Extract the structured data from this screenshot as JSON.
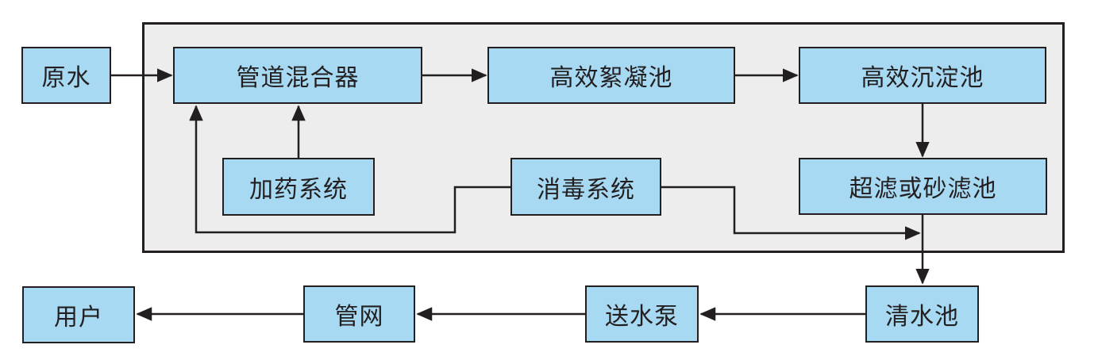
{
  "diagram": {
    "type": "flowchart",
    "description_labels_only": true
  },
  "colors": {
    "line": "#231f20",
    "node_fill": "#a7d9f2",
    "node_border": "#231f20",
    "container_fill": "#ededed",
    "text": "#231f20",
    "page_bg": "#ffffff"
  },
  "nodes": {
    "raw_water": {
      "label": "原水"
    },
    "pipe_mixer": {
      "label": "管道混合器"
    },
    "flocculation": {
      "label": "高效絮凝池"
    },
    "sedimentation": {
      "label": "高效沉淀池"
    },
    "dosing": {
      "label": "加药系统"
    },
    "disinfection": {
      "label": "消毒系统"
    },
    "filter": {
      "label": "超滤或砂滤池"
    },
    "clear_tank": {
      "label": "清水池"
    },
    "pump": {
      "label": "送水泵"
    },
    "network": {
      "label": "管网"
    },
    "users": {
      "label": "用户"
    }
  },
  "edges": [
    {
      "from": "raw_water",
      "to": "pipe_mixer"
    },
    {
      "from": "pipe_mixer",
      "to": "flocculation"
    },
    {
      "from": "flocculation",
      "to": "sedimentation"
    },
    {
      "from": "sedimentation",
      "to": "filter"
    },
    {
      "from": "dosing",
      "to": "pipe_mixer"
    },
    {
      "from": "disinfection",
      "to": "pipe_mixer"
    },
    {
      "from": "disinfection",
      "to": "filter_to_clear_tank_line"
    },
    {
      "from": "filter",
      "to": "clear_tank"
    },
    {
      "from": "clear_tank",
      "to": "pump"
    },
    {
      "from": "pump",
      "to": "network"
    },
    {
      "from": "network",
      "to": "users"
    }
  ]
}
